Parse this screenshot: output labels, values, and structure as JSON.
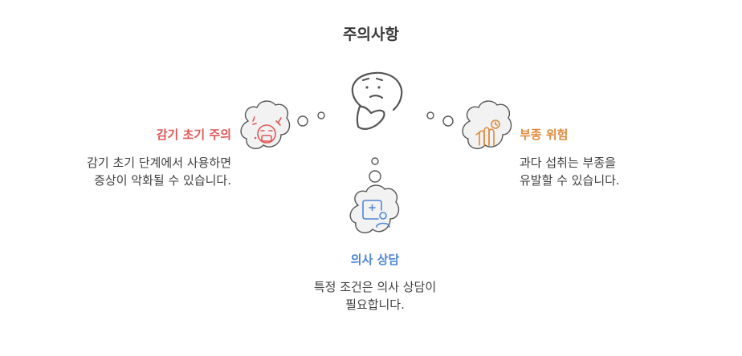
{
  "title": "주의사항",
  "colors": {
    "left": "#e05757",
    "right": "#e08a3c",
    "bottom": "#4f86d6",
    "line": "#555555",
    "cloud_fill": "#f2f2f2",
    "text": "#3f3f3f"
  },
  "center": {
    "icon": "thinking-face-icon"
  },
  "items": [
    {
      "id": "left",
      "icon": "sick-face-icon",
      "label": "감기 초기 주의",
      "desc_line1": "감기 초기 단계에서 사용하면",
      "desc_line2": "증상이 악화될 수 있습니다."
    },
    {
      "id": "right",
      "icon": "swollen-fingers-icon",
      "label": "부종 위험",
      "desc_line1": "과다 섭취는 부종을",
      "desc_line2": "유발할 수 있습니다."
    },
    {
      "id": "bottom",
      "icon": "doctor-consult-icon",
      "label": "의사 상담",
      "desc_line1": "특정 조건은 의사 상담이",
      "desc_line2": "필요합니다."
    }
  ]
}
